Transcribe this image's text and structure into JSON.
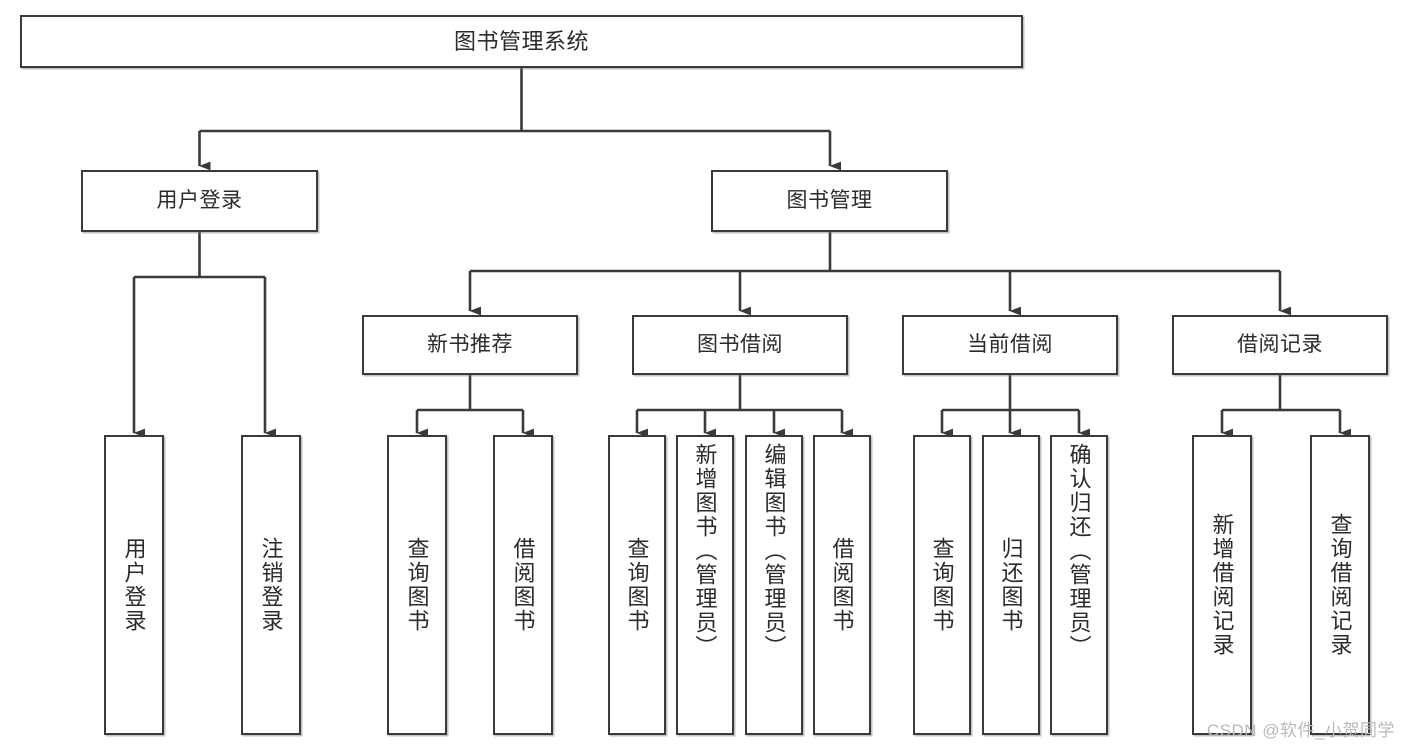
{
  "diagram": {
    "title": "图书管理系统",
    "type": "tree-hierarchy",
    "background_color": "#ffffff",
    "line_color": "#3a3a3a",
    "text_color": "#2b2b2b",
    "watermark": "CSDN @软件_小贺同学"
  },
  "nodes": {
    "root": {
      "label": "图书管理系统"
    },
    "level2": [
      {
        "label": "用户登录"
      },
      {
        "label": "图书管理"
      }
    ],
    "level3": [
      {
        "label": "新书推荐"
      },
      {
        "label": "图书借阅"
      },
      {
        "label": "当前借阅"
      },
      {
        "label": "借阅记录"
      }
    ],
    "leaves": {
      "user_login": [
        {
          "label": "用户登录"
        },
        {
          "label": "注销登录"
        }
      ],
      "new_book_recommend": [
        {
          "label": "查询图书"
        },
        {
          "label": "借阅图书"
        }
      ],
      "book_borrow": [
        {
          "label": "查询图书"
        },
        {
          "label": "新增图书（管理员）"
        },
        {
          "label": "编辑图书（管理员）"
        },
        {
          "label": "借阅图书"
        }
      ],
      "current_borrow": [
        {
          "label": "查询图书"
        },
        {
          "label": "归还图书"
        },
        {
          "label": "确认归还（管理员）"
        }
      ],
      "borrow_record": [
        {
          "label": "新增借阅记录"
        },
        {
          "label": "查询借阅记录"
        }
      ]
    }
  }
}
